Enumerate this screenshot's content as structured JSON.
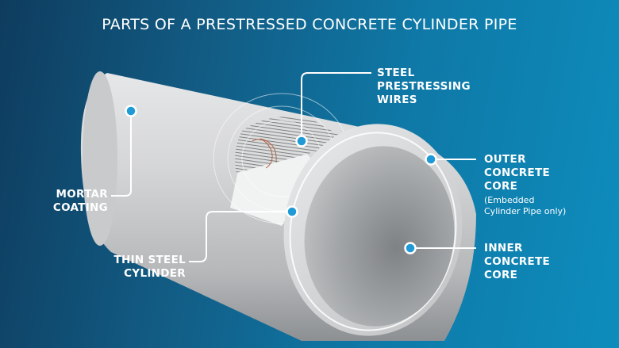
{
  "title": "PARTS OF A PRESTRESSED CONCRETE CYLINDER PIPE",
  "labels": {
    "steel_wires": [
      "STEEL",
      "PRESTRESSING",
      "WIRES"
    ],
    "mortar": [
      "MORTAR",
      "COATING"
    ],
    "outer_core": [
      "OUTER",
      "CONCRETE",
      "CORE"
    ],
    "outer_core_note": [
      "(Embedded",
      "Cylinder Pipe only)"
    ],
    "thin_steel": [
      "THIN STEEL",
      "CYLINDER"
    ],
    "inner_core": [
      "INNER",
      "CONCRETE",
      "CORE"
    ]
  },
  "colors": {
    "background_dark": "#0e3c5e",
    "background_light": "#0d8dbd",
    "callout_dot": "#1f9ad6",
    "pipe": "#c9cbcc",
    "text": "#ffffff"
  }
}
